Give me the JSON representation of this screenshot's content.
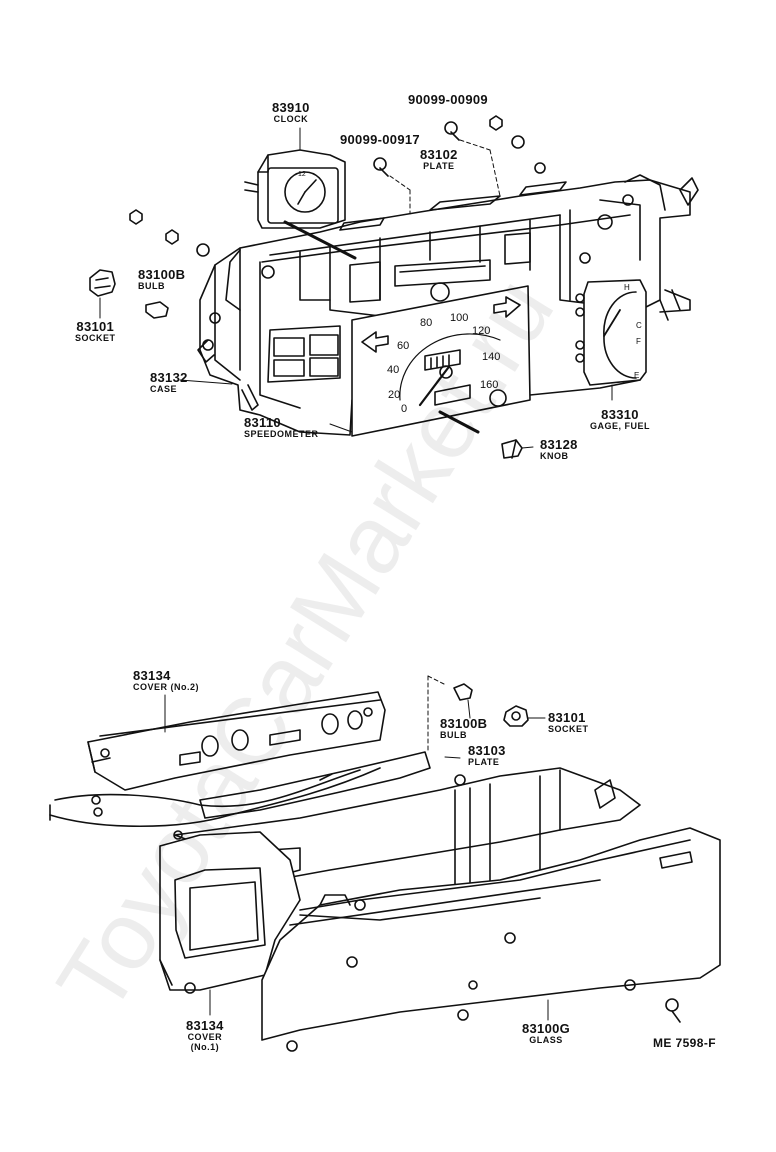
{
  "watermark": "ToyotaCarMarket.ru",
  "drawing_code": "ME 7598-F",
  "parts": {
    "clock": {
      "number": "83910",
      "name": "CLOCK"
    },
    "screw_a": {
      "number": "90099-00917"
    },
    "screw_b": {
      "number": "90099-00909"
    },
    "plate_upper": {
      "number": "83102",
      "name": "PLATE"
    },
    "bulb_upper": {
      "number": "83100B",
      "name": "BULB"
    },
    "socket_upper": {
      "number": "83101",
      "name": "SOCKET"
    },
    "case": {
      "number": "83132",
      "name": "CASE"
    },
    "speedometer": {
      "number": "83110",
      "name": "SPEEDOMETER"
    },
    "knob": {
      "number": "83128",
      "name": "KNOB"
    },
    "gage": {
      "number": "83310",
      "name": "GAGE, FUEL"
    },
    "cover2": {
      "number": "83134",
      "name": "COVER (No.2)"
    },
    "bulb_lower": {
      "number": "83100B",
      "name": "BULB"
    },
    "socket_lower": {
      "number": "83101",
      "name": "SOCKET"
    },
    "plate_lower": {
      "number": "83103",
      "name": "PLATE"
    },
    "cover1": {
      "number": "83134",
      "name": "COVER",
      "sub": "(No.1)"
    },
    "glass": {
      "number": "83100G",
      "name": "GLASS"
    }
  },
  "speedo_scale": [
    "0",
    "20",
    "40",
    "60",
    "80",
    "100",
    "120",
    "140",
    "160"
  ],
  "clock_face": {
    "top": "12"
  },
  "gauge_marks": {
    "h": "H",
    "c": "C",
    "f": "F",
    "e": "E"
  }
}
